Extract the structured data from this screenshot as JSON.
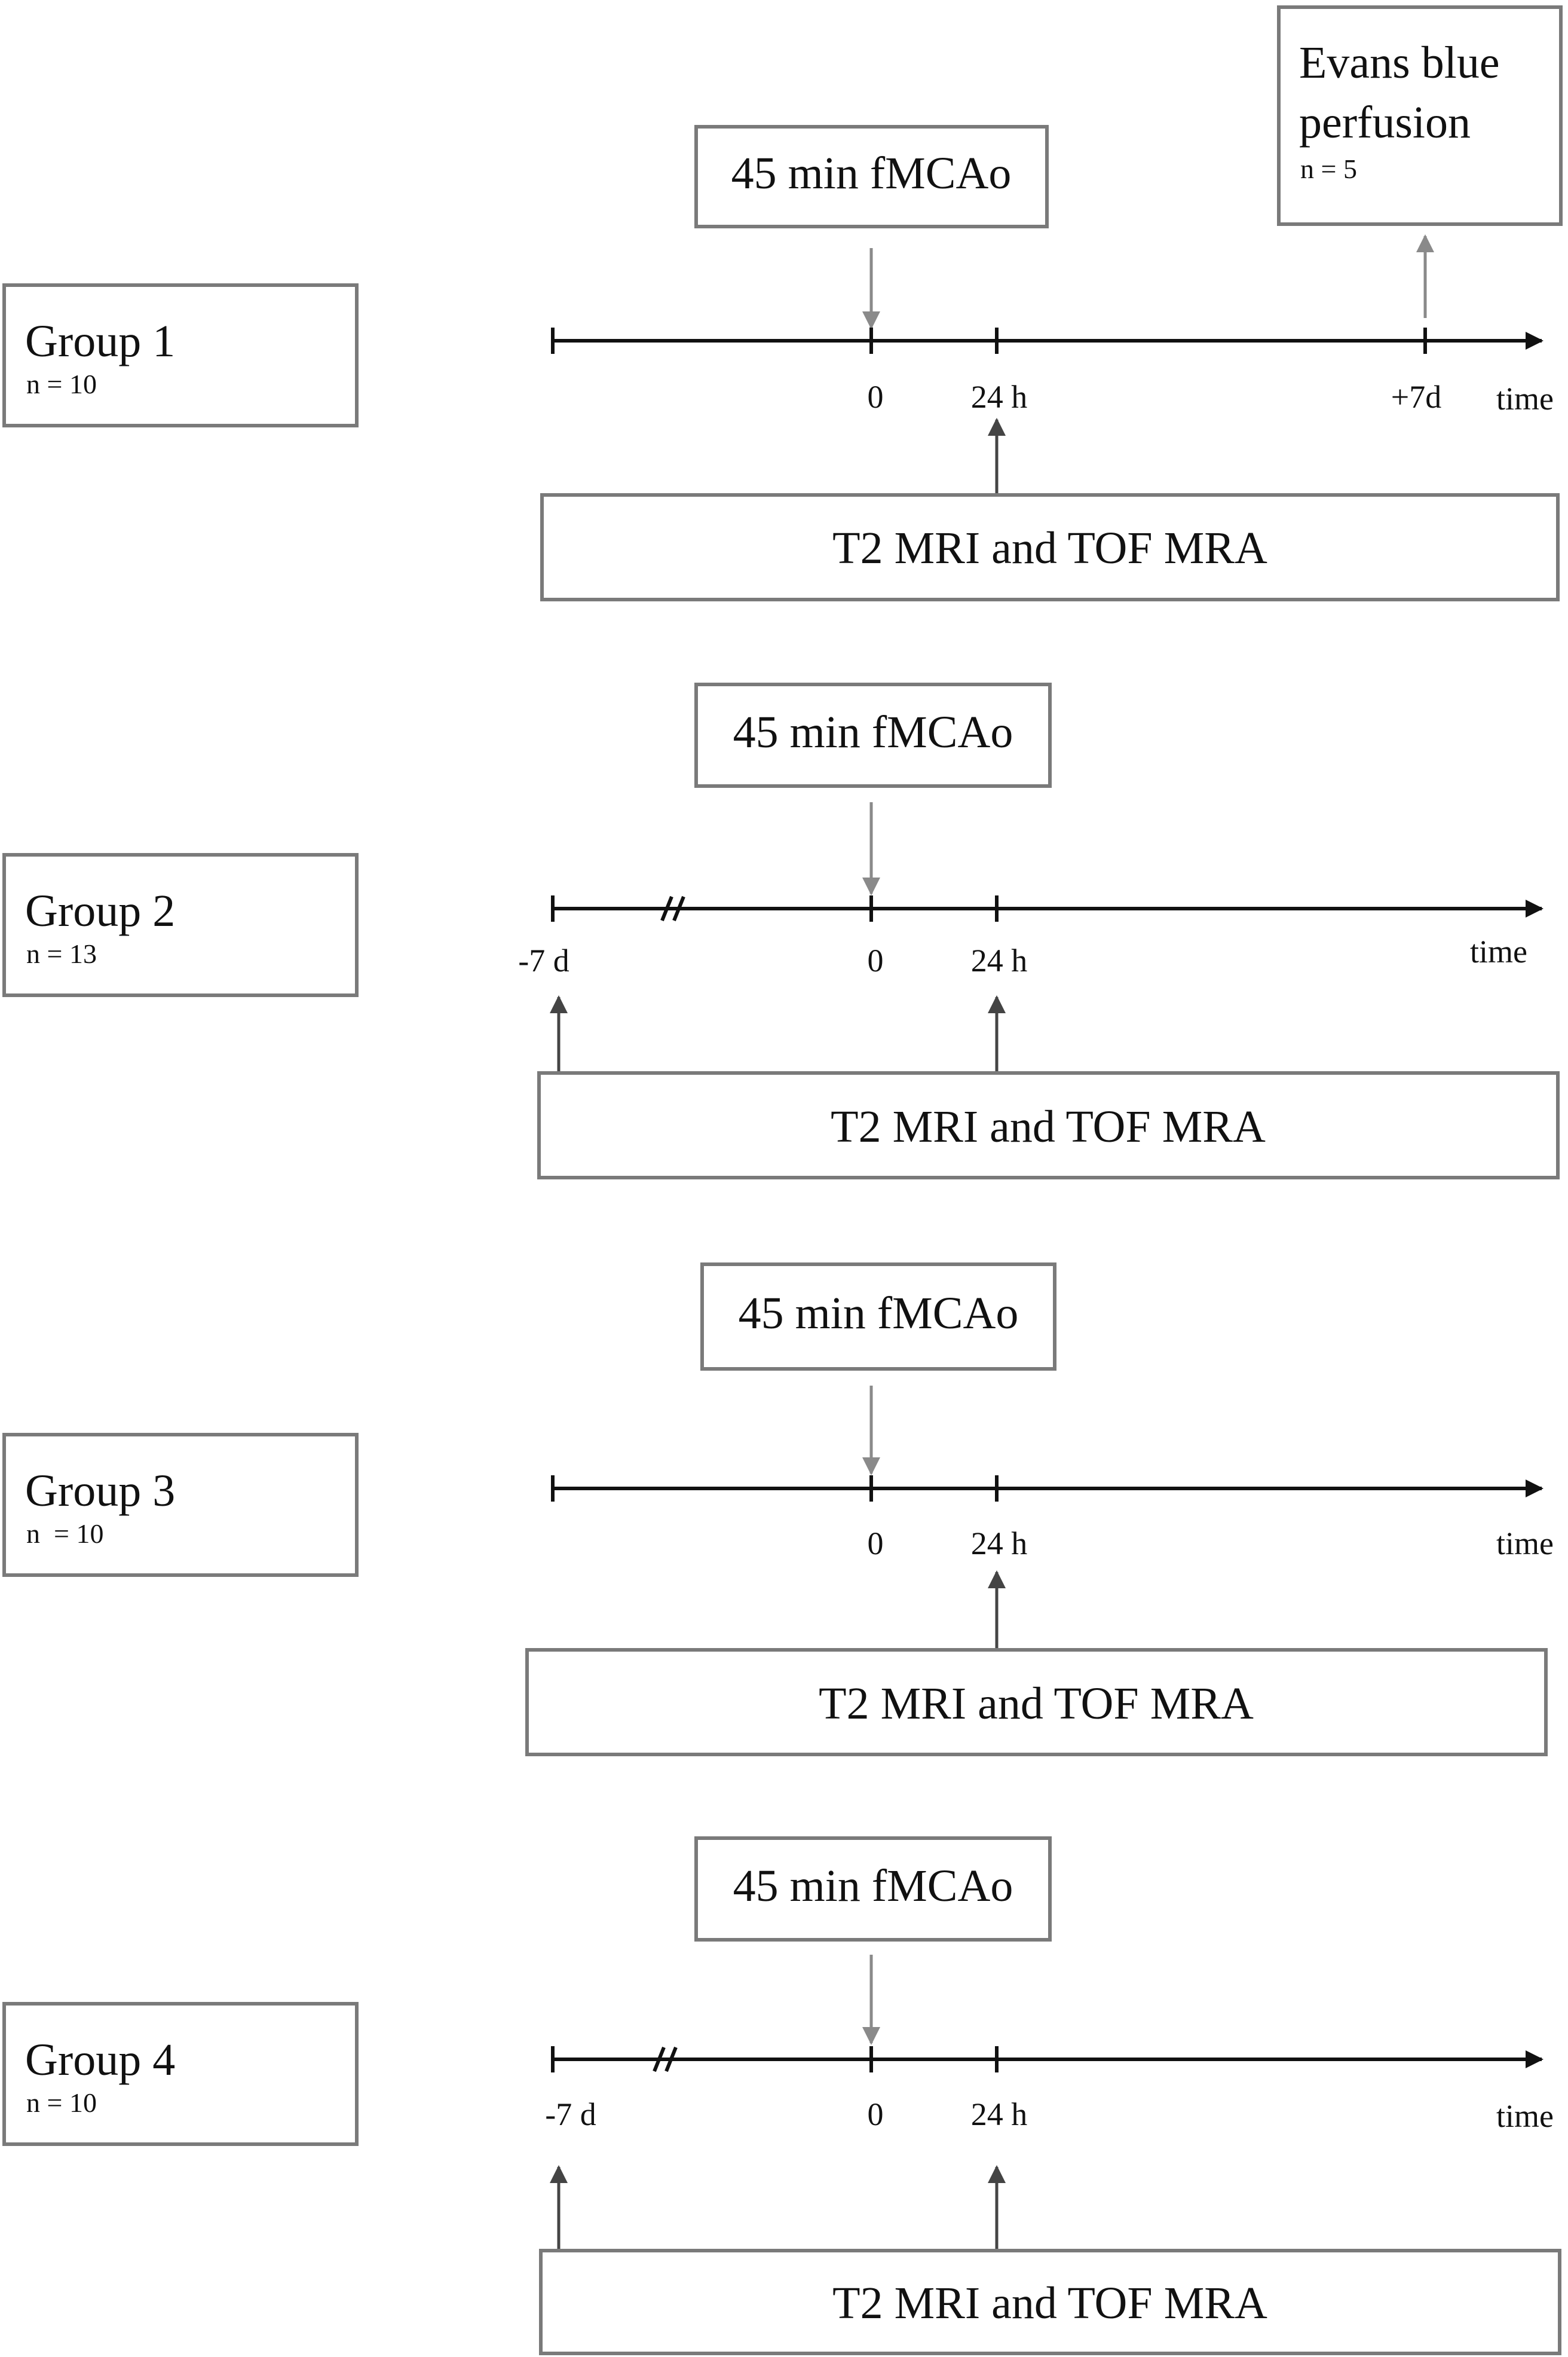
{
  "groups": [
    {
      "label": "Group 1",
      "n": "n = 10",
      "occlusion": "45 min fMCAo",
      "imaging": "T2 MRI and TOF MRA",
      "ticks": [
        "0",
        "24 h",
        "+7d"
      ],
      "time_label": "time",
      "extra": {
        "title_line1": "Evans blue",
        "title_line2": "perfusion",
        "n": "n = 5"
      }
    },
    {
      "label": "Group 2",
      "n": "n = 13",
      "occlusion": "45 min fMCAo",
      "imaging": "T2 MRI and TOF MRA",
      "ticks": [
        "-7 d",
        "0",
        "24 h"
      ],
      "time_label": "time"
    },
    {
      "label": "Group 3",
      "n": "n  = 10",
      "occlusion": "45 min fMCAo",
      "imaging": "T2 MRI and TOF MRA",
      "ticks": [
        "0",
        "24 h"
      ],
      "time_label": "time"
    },
    {
      "label": "Group 4",
      "n": "n = 10",
      "occlusion": "45 min fMCAo",
      "imaging": "T2 MRI and TOF MRA",
      "ticks": [
        "-7 d",
        "0",
        "24 h"
      ],
      "time_label": "time"
    }
  ]
}
